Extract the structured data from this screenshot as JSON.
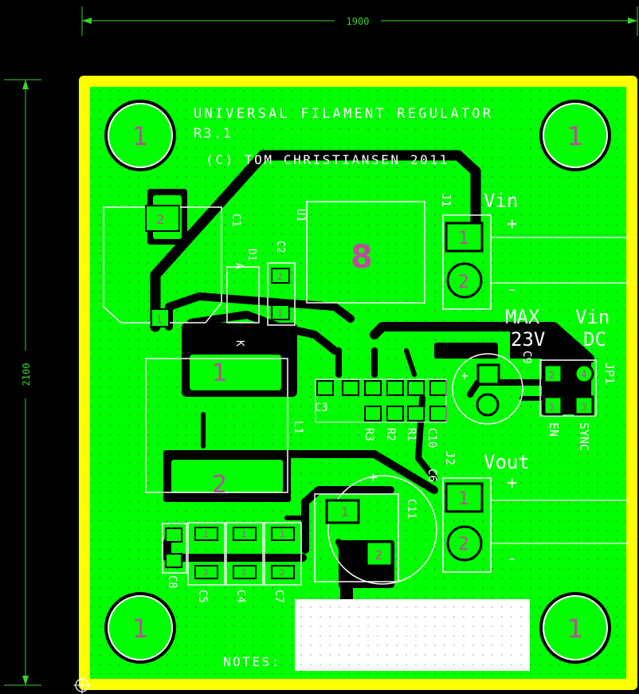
{
  "dimensions": {
    "width": "1900",
    "height": "2100"
  },
  "board": {
    "title": "UNIVERSAL FILAMENT REGULATOR",
    "revision": "R3.1",
    "copyright": "(C) TOM CHRISTIANSEN 2011",
    "notes_label": "NOTES:",
    "max_label": "MAX",
    "voltage_label": "23V",
    "vin_dc_label_1": "Vin",
    "vin_dc_label_2": "DC"
  },
  "connectors": {
    "j1": {
      "ref": "J1",
      "name": "Vin",
      "plus": "+",
      "minus": "-",
      "pin1": "1",
      "pin2": "2"
    },
    "j2": {
      "ref": "J2",
      "name": "Vout",
      "plus": "+",
      "minus": "-",
      "pin1": "1",
      "pin2": "2"
    },
    "jp1": {
      "ref": "JP1",
      "en": "EN",
      "sync": "SYNC",
      "pin1": "1",
      "pin2": "2",
      "pin3": "3",
      "pin4": "4"
    }
  },
  "components": {
    "c1": "C1",
    "c2": "C2",
    "c3": "C3",
    "c4": "C4",
    "c5": "C5",
    "c6": "C6",
    "c7": "C7",
    "c8": "C8",
    "c9": "C9",
    "c10": "C10",
    "c11": "C11",
    "d1": "D1",
    "d1_a": "A",
    "d1_k": "K",
    "u1": "U1",
    "u1_pad": "8",
    "l1": "L1",
    "l1_pin1": "1",
    "l1_pin2": "2",
    "r1": "R1",
    "r2": "R2",
    "r3": "R3",
    "pin_1": "1",
    "pin_2": "2",
    "c9_plus": "+"
  },
  "mounting_holes": [
    "1",
    "1",
    "1",
    "1"
  ],
  "colors": {
    "background": "#000000",
    "board": "#00ff00",
    "outline": "#ffff00",
    "copper": "#000000",
    "silkscreen": "#ffffff",
    "pad_labels": "#c04aa0"
  }
}
